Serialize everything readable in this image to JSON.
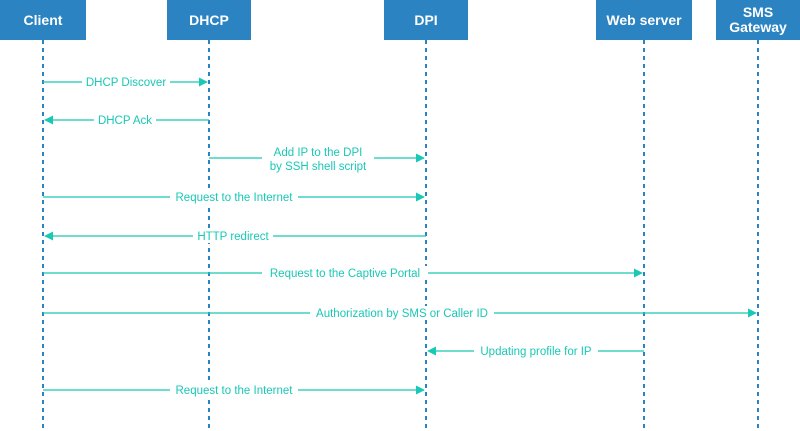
{
  "actors": {
    "client": "Client",
    "dhcp": "DHCP",
    "dpi": "DPI",
    "web": "Web server",
    "sms_line1": "SMS",
    "sms_line2": "Gateway"
  },
  "messages": [
    {
      "label": "DHCP Discover",
      "from": "client",
      "to": "dhcp"
    },
    {
      "label": "DHCP Ack",
      "from": "dhcp",
      "to": "client"
    },
    {
      "label_line1": "Add IP to the DPI",
      "label_line2": "by SSH shell script",
      "from": "dhcp",
      "to": "dpi"
    },
    {
      "label": "Request to the Internet",
      "from": "client",
      "to": "dpi"
    },
    {
      "label": "HTTP redirect",
      "from": "dpi",
      "to": "client"
    },
    {
      "label": "Request to the Captive Portal",
      "from": "client",
      "to": "web"
    },
    {
      "label": "Authorization by SMS or Caller ID",
      "from": "client",
      "to": "sms"
    },
    {
      "label": "Updating profile for IP",
      "from": "web",
      "to": "dpi"
    },
    {
      "label": "Request to the Internet",
      "from": "client",
      "to": "dpi"
    }
  ],
  "colors": {
    "actor_bg": "#2b83c2",
    "lifeline": "#2b83c2",
    "message": "#19c8b5"
  }
}
